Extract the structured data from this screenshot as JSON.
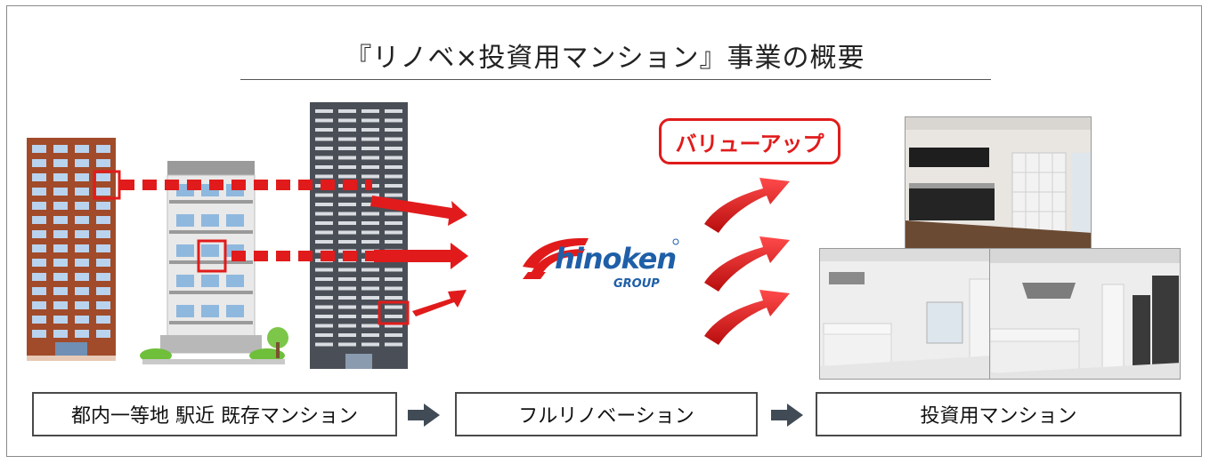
{
  "title": "『リノベ×投資用マンション』事業の概要",
  "value_up_label": "バリューアップ",
  "logo": {
    "main": "hinoken",
    "sub": "GROUP"
  },
  "steps": [
    {
      "label": "都内一等地 駅近 既存マンション"
    },
    {
      "label": "フルリノベーション"
    },
    {
      "label": "投資用マンション"
    }
  ],
  "colors": {
    "accent_red": "#e11b1b",
    "logo_blue": "#1f5fa8",
    "box_border": "#4a4a4a"
  }
}
